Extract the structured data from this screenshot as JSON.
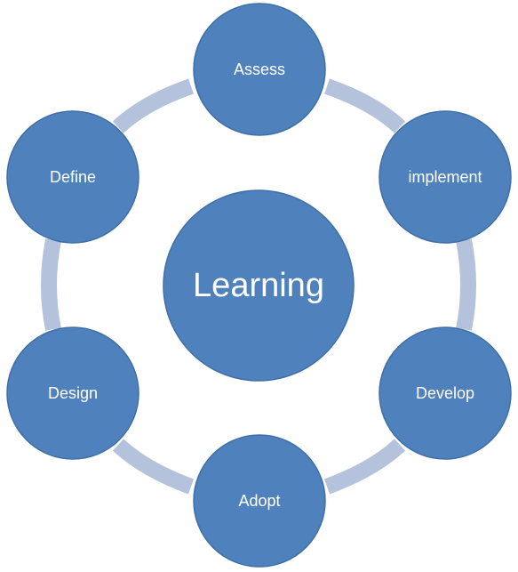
{
  "diagram": {
    "center": {
      "label": "Learning"
    },
    "nodes": [
      {
        "id": "assess",
        "label": "Assess"
      },
      {
        "id": "implement",
        "label": "implement"
      },
      {
        "id": "develop",
        "label": "Develop"
      },
      {
        "id": "adopt",
        "label": "Adopt"
      },
      {
        "id": "design",
        "label": "Design"
      },
      {
        "id": "define",
        "label": "Define"
      }
    ],
    "colors": {
      "node_fill": "#4f81bd",
      "node_stroke": "#3f6fa8",
      "ring": "#b4c2dc",
      "text": "#ffffff",
      "background": "#ffffff"
    }
  }
}
